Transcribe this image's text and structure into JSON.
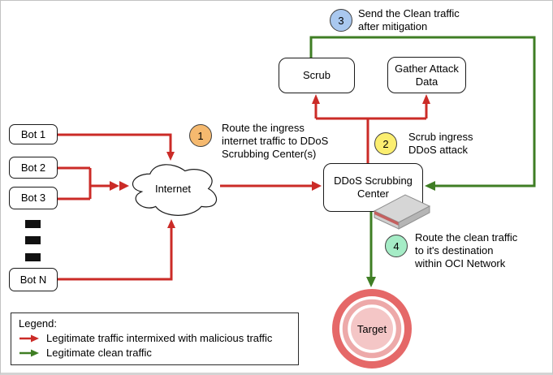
{
  "colors": {
    "malicious": "#cb2b27",
    "clean": "#3f7e24"
  },
  "nodes": {
    "bot1": "Bot 1",
    "bot2": "Bot 2",
    "bot3": "Bot 3",
    "botn": "Bot N",
    "internet": "Internet",
    "scrub": "Scrub",
    "gather": "Gather Attack Data",
    "ddos": "DDoS Scrubbing Center",
    "target": "Target"
  },
  "steps": [
    {
      "num": "1",
      "color": "#f5b96f",
      "lines": [
        "Route the ingress",
        "internet traffic to DDoS",
        "Scrubbing Center(s)"
      ]
    },
    {
      "num": "2",
      "color": "#fbee70",
      "lines": [
        "Scrub ingress",
        "DDoS attack"
      ]
    },
    {
      "num": "3",
      "color": "#a9c8ef",
      "lines": [
        "Send the Clean traffic",
        "after mitigation"
      ]
    },
    {
      "num": "4",
      "color": "#a5ecc6",
      "lines": [
        "Route the clean traffic",
        "to it's destination",
        "within OCI Network"
      ]
    }
  ],
  "legend": {
    "title": "Legend:",
    "items": [
      {
        "text": "Legitimate traffic intermixed with malicious traffic",
        "color": "#cb2b27"
      },
      {
        "text": "Legitimate clean traffic",
        "color": "#3f7e24"
      }
    ]
  },
  "target_colors": {
    "outer": "#e56868",
    "mid": "#eda9a9",
    "inner": "#f4c6c6"
  }
}
